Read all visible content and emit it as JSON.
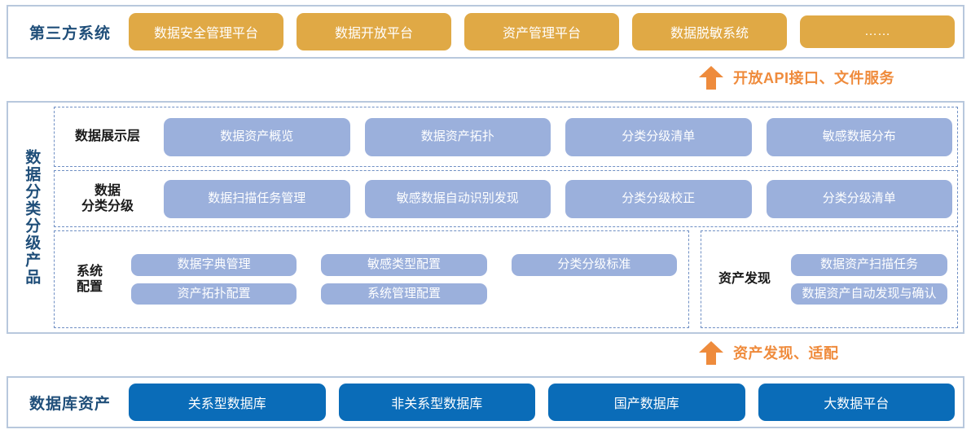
{
  "third_party": {
    "title": "第三方系统",
    "systems": [
      "数据安全管理平台",
      "数据开放平台",
      "资产管理平台",
      "数据脱敏系统",
      "……"
    ]
  },
  "arrows": {
    "api": {
      "icon": "arrow-up-icon",
      "caption": "开放API接口、文件服务"
    },
    "discovery": {
      "icon": "arrow-up-icon",
      "caption": "资产发现、适配"
    }
  },
  "product": {
    "vertical_title": "数据分类分级产品",
    "sections": [
      {
        "label": "数据展示层",
        "tiles": [
          "数据资产概览",
          "数据资产拓扑",
          "分类分级清单",
          "敏感数据分布"
        ]
      },
      {
        "label": "数据\n分类分级",
        "label_line1": "数据",
        "label_line2": "分类分级",
        "tiles": [
          "数据扫描任务管理",
          "敏感数据自动识别发现",
          "分类分级校正",
          "分类分级清单"
        ]
      },
      {
        "label_line1": "系统",
        "label_line2": "配置",
        "tiles": [
          "数据字典管理",
          "敏感类型配置",
          "分类分级标准",
          "资产拓扑配置",
          "系统管理配置"
        ]
      },
      {
        "label": "资产发现",
        "tiles": [
          "数据资产扫描任务",
          "数据资产自动发现与确认"
        ]
      }
    ]
  },
  "database": {
    "title": "数据库资产",
    "assets": [
      "关系型数据库",
      "非关系型数据库",
      "国产数据库",
      "大数据平台"
    ]
  },
  "colors": {
    "orange_chip": "#e0a945",
    "orange_arrow": "#ee8b3c",
    "light_blue_tile": "#9bb0dc",
    "deep_blue_chip": "#0a6cb8",
    "navy_text": "#1f4e79",
    "panel_border": "#b8c8dd",
    "dashed_border": "#6f8fc4"
  }
}
